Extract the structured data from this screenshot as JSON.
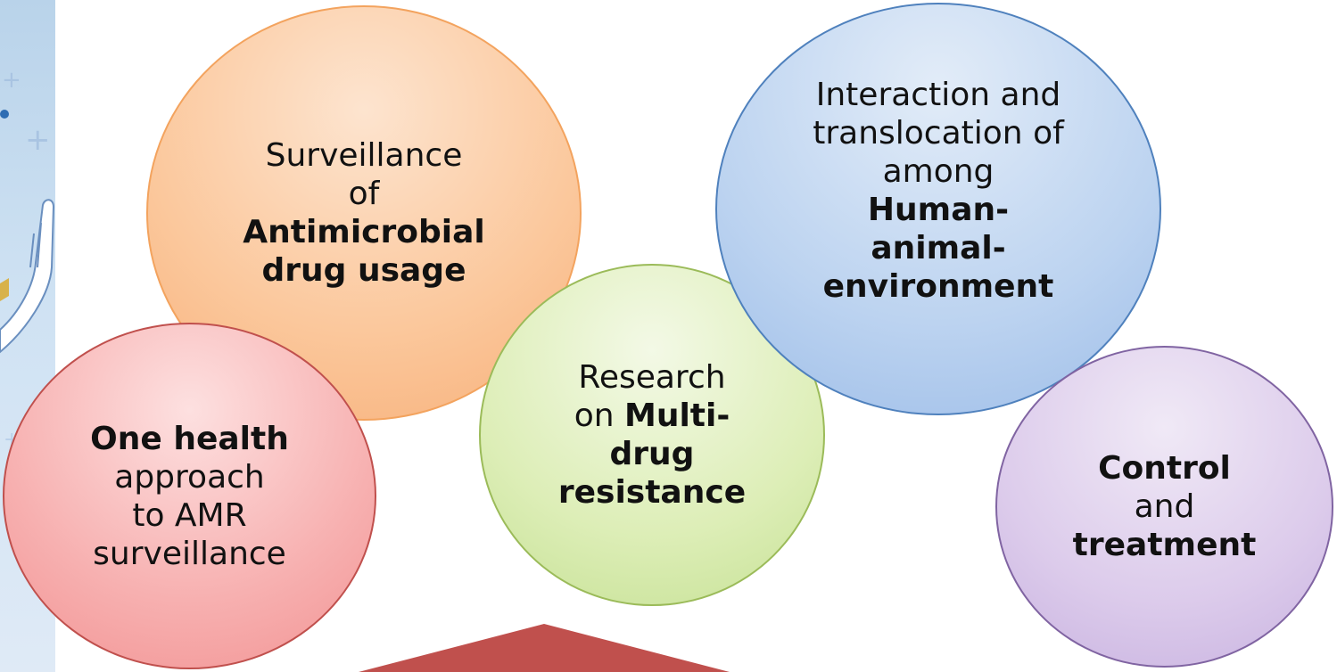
{
  "bubbles": {
    "surveillance": {
      "line1": "Surveillance",
      "line2": "of",
      "line3": "Antimicrobial",
      "line4": "drug usage",
      "color": "#fbc79b"
    },
    "one_health": {
      "line1": "One health",
      "line2": "approach",
      "line3": "to AMR",
      "line4": "surveillance",
      "color": "#f7b0b0"
    },
    "research": {
      "line1": "Research",
      "line2_plain": "on ",
      "line2_bold": "Multi-",
      "line3": "drug",
      "line4": "resistance",
      "color": "#ddeeb7"
    },
    "interaction": {
      "line1": "Interaction and",
      "line2": "translocation of",
      "line3": "among",
      "line4": "Human-",
      "line5": "animal-",
      "line6": "environment",
      "color": "#bcd3f0"
    },
    "control": {
      "line1": "Control",
      "line2": "and",
      "line3": "treatment",
      "color": "#dccbeb"
    }
  },
  "arrow": {
    "color": "#c0504d"
  }
}
